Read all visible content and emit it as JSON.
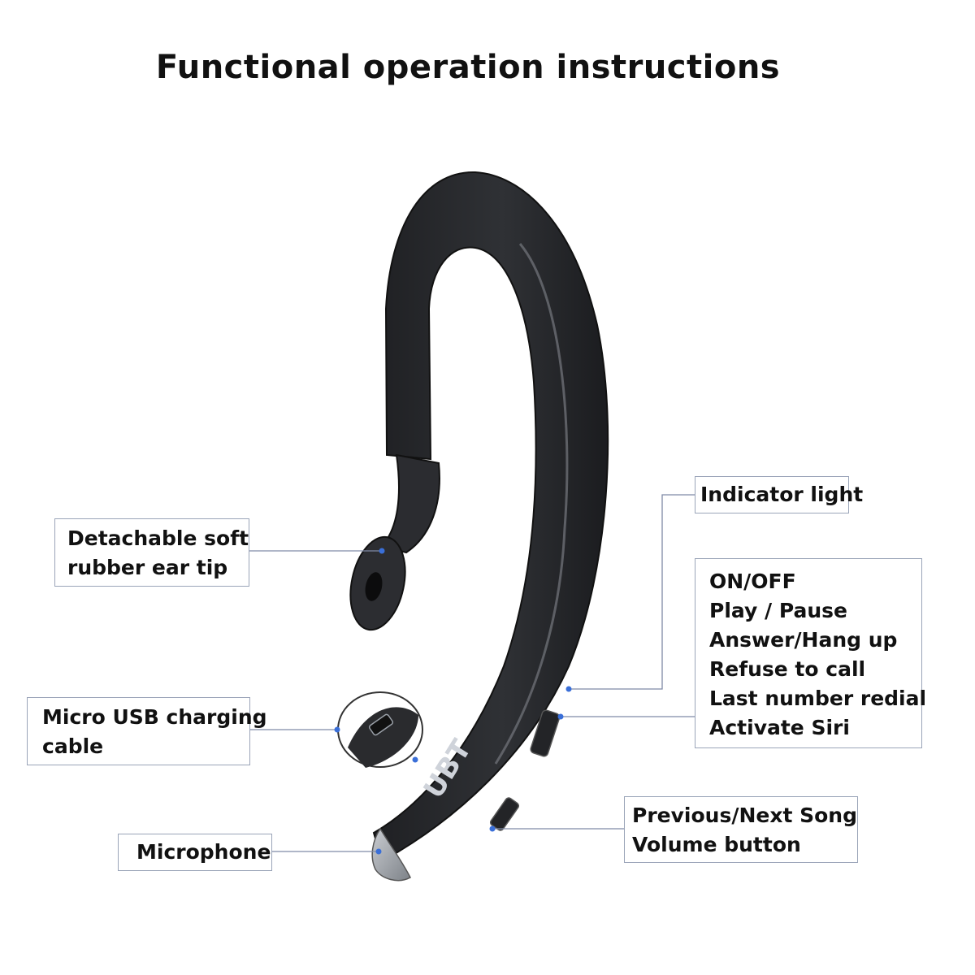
{
  "title": "Functional operation instructions",
  "labels": {
    "ear_tip": [
      "Detachable soft",
      "rubber ear tip"
    ],
    "usb": [
      "Micro USB charging",
      "cable"
    ],
    "microphone": "Microphone",
    "indicator": "Indicator light",
    "functions": [
      "ON/OFF",
      "Play / Pause",
      "Answer/Hang up",
      "Refuse to call",
      "Last number redial",
      "Activate Siri"
    ],
    "volume": [
      "Previous/Next Song",
      "Volume button"
    ]
  },
  "product_logo": "UBT",
  "colors": {
    "headset_body": "#2a2b2e",
    "headset_edge": "#4a4c50",
    "leader_line": "#7f8aa6",
    "dot": "#3a6fd8",
    "box_border": "#9aa4b8"
  }
}
